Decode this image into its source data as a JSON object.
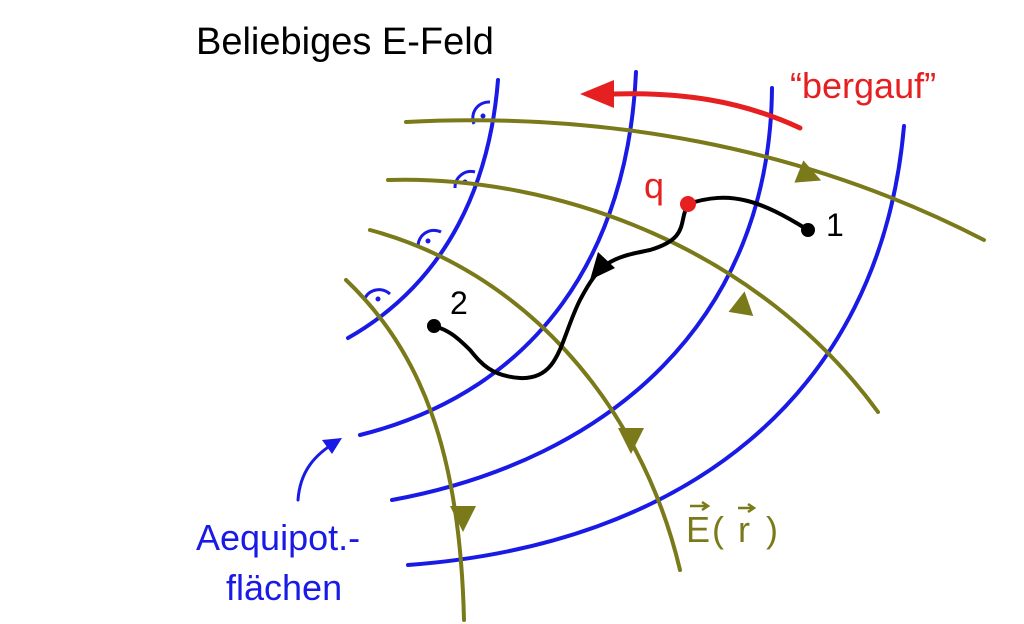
{
  "title": "Beliebiges E-Feld",
  "labels": {
    "uphill": "“bergauf”",
    "charge": "q",
    "point_1": "1",
    "point_2": "2",
    "field_letter": "E",
    "field_paren_open": "(",
    "field_r": "r",
    "field_paren_close": ")",
    "equipotential_line1": "Aequipot.-",
    "equipotential_line2": "flächen"
  },
  "colors": {
    "equipotential": "#1a1ae6",
    "field_line": "#7a7a1a",
    "uphill": "#e62020",
    "charge": "#e62020",
    "path": "#000000",
    "text": "#000000"
  },
  "icons": [
    "right-angle-marker-icon",
    "arrow-icon"
  ]
}
